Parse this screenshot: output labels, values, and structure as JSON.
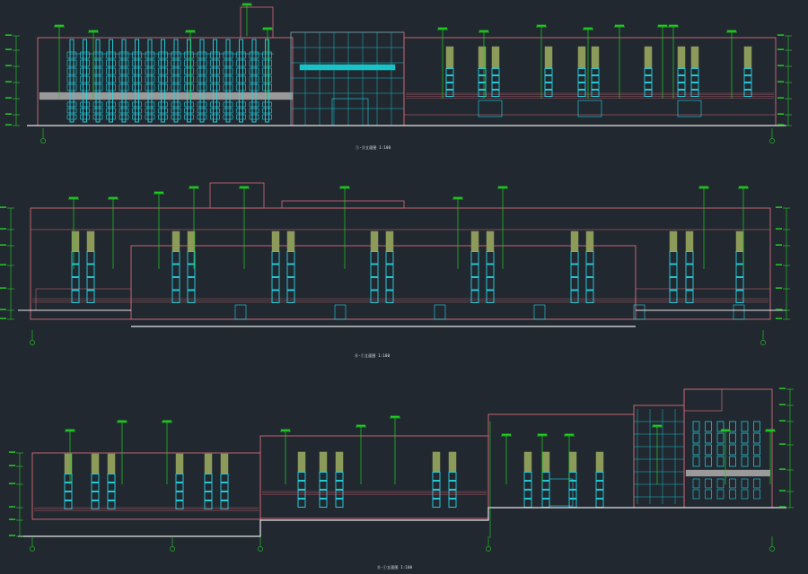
{
  "viewer": {
    "background": "#212830"
  },
  "palette": {
    "outline": "#d66a7a",
    "window": "#26d7e6",
    "dimension": "#28d228",
    "leader": "#1fd11f",
    "hatch": "#8c9a5a",
    "band": "#9a9a9a",
    "ground": "#e6e6e6",
    "curtain": "#18c2c7"
  },
  "drawing": {
    "type": "architectural elevation sheet",
    "elevation_count": 3,
    "title_blocks": [
      {
        "id": "elev-1",
        "label": "①-⑪立面图 1:100"
      },
      {
        "id": "elev-2",
        "label": "⑪-①立面图 1:100"
      },
      {
        "id": "elev-3",
        "label": "⑪-①立面图 1:100"
      }
    ]
  }
}
